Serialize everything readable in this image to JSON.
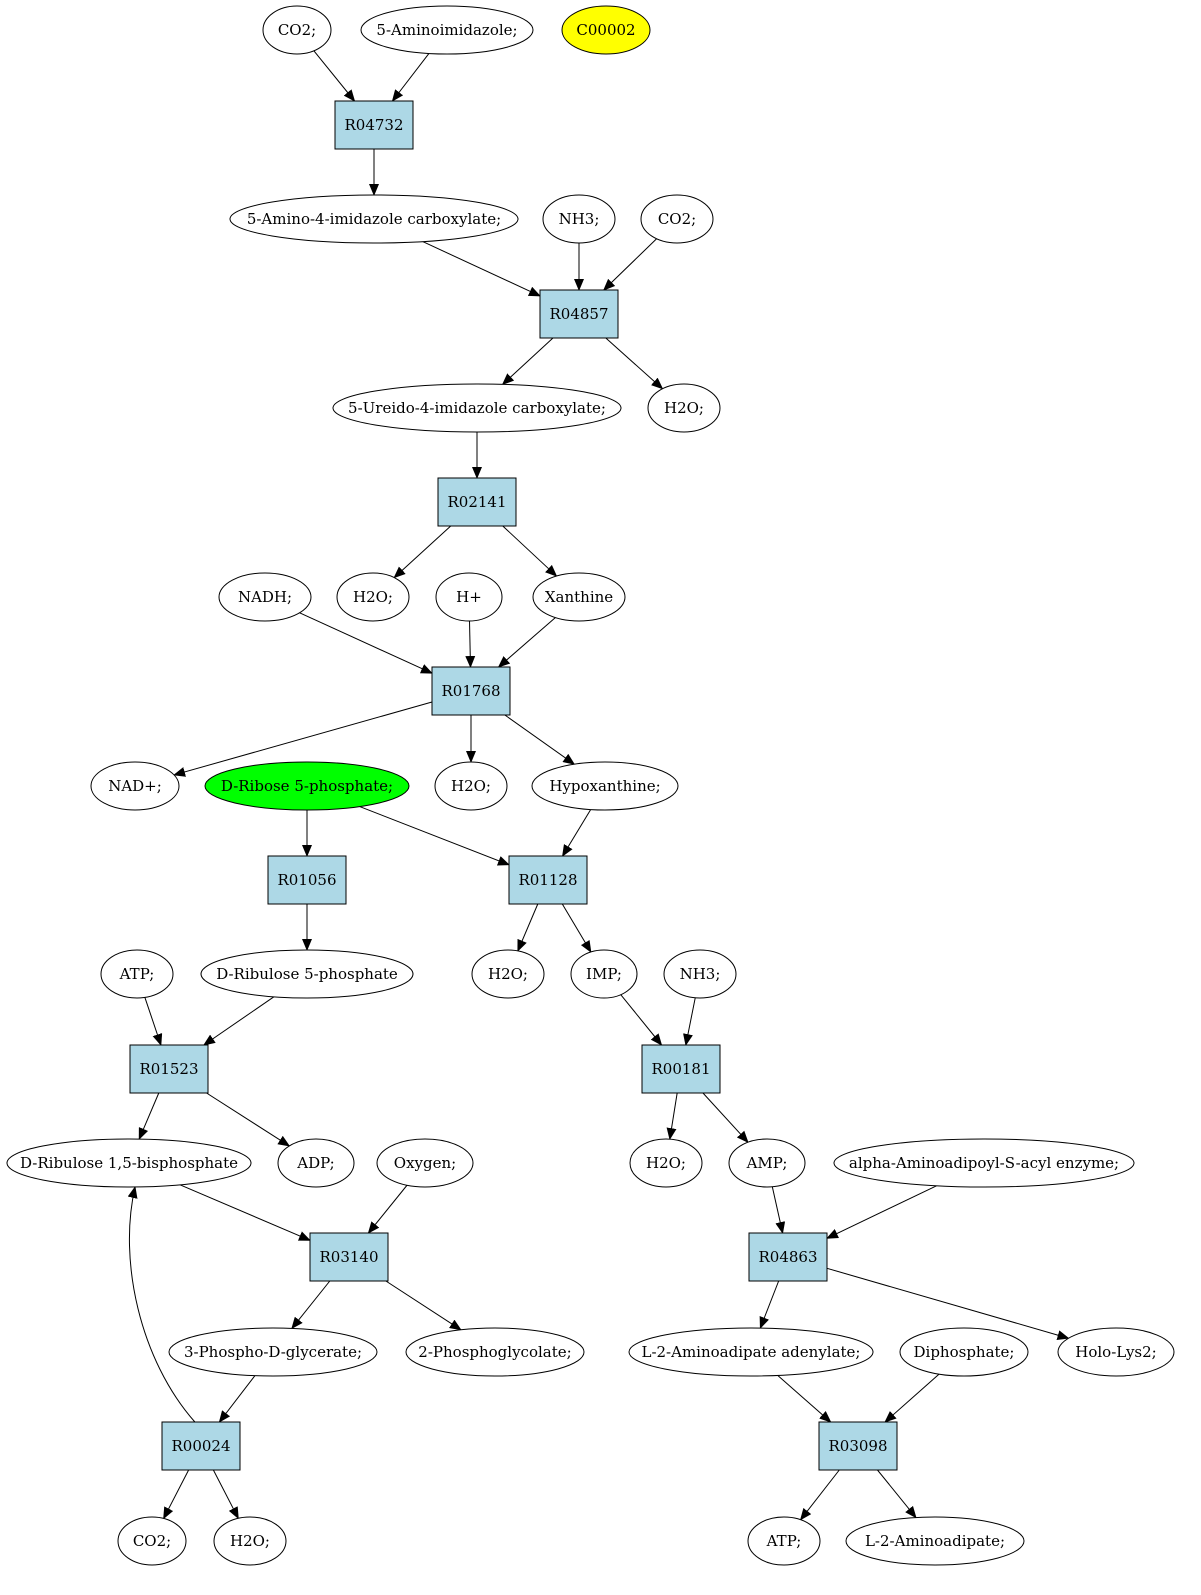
{
  "colors": {
    "reaction_fill": "#add8e6",
    "highlight_yellow": "#ffff00",
    "highlight_green": "#00ff00",
    "edge": "#000000"
  },
  "nodes": [
    {
      "id": "co2_a",
      "kind": "compound",
      "label": "CO2;"
    },
    {
      "id": "aminoimidazole",
      "kind": "compound",
      "label": "5-Aminoimidazole;"
    },
    {
      "id": "c00002",
      "kind": "compound",
      "label": "C00002",
      "fill": "#ffff00"
    },
    {
      "id": "R04732",
      "kind": "reaction",
      "label": "R04732"
    },
    {
      "id": "amino_imid_carbox",
      "kind": "compound",
      "label": "5-Amino-4-imidazole carboxylate;"
    },
    {
      "id": "nh3_a",
      "kind": "compound",
      "label": "NH3;"
    },
    {
      "id": "co2_b",
      "kind": "compound",
      "label": "CO2;"
    },
    {
      "id": "R04857",
      "kind": "reaction",
      "label": "R04857"
    },
    {
      "id": "ureido",
      "kind": "compound",
      "label": "5-Ureido-4-imidazole carboxylate;"
    },
    {
      "id": "h2o_a",
      "kind": "compound",
      "label": "H2O;"
    },
    {
      "id": "R02141",
      "kind": "reaction",
      "label": "R02141"
    },
    {
      "id": "nadh",
      "kind": "compound",
      "label": "NADH;"
    },
    {
      "id": "h2o_b",
      "kind": "compound",
      "label": "H2O;"
    },
    {
      "id": "hplus",
      "kind": "compound",
      "label": "H+"
    },
    {
      "id": "xanthine",
      "kind": "compound",
      "label": "Xanthine"
    },
    {
      "id": "R01768",
      "kind": "reaction",
      "label": "R01768"
    },
    {
      "id": "nadplus",
      "kind": "compound",
      "label": "NAD+;"
    },
    {
      "id": "ribose5p",
      "kind": "compound",
      "label": "D-Ribose 5-phosphate;",
      "fill": "#00ff00"
    },
    {
      "id": "h2o_c",
      "kind": "compound",
      "label": "H2O;"
    },
    {
      "id": "hypoxanthine",
      "kind": "compound",
      "label": "Hypoxanthine;"
    },
    {
      "id": "R01056",
      "kind": "reaction",
      "label": "R01056"
    },
    {
      "id": "R01128",
      "kind": "reaction",
      "label": "R01128"
    },
    {
      "id": "atp_a",
      "kind": "compound",
      "label": "ATP;"
    },
    {
      "id": "ribulose5p",
      "kind": "compound",
      "label": "D-Ribulose 5-phosphate"
    },
    {
      "id": "h2o_d",
      "kind": "compound",
      "label": "H2O;"
    },
    {
      "id": "imp",
      "kind": "compound",
      "label": "IMP;"
    },
    {
      "id": "nh3_b",
      "kind": "compound",
      "label": "NH3;"
    },
    {
      "id": "R01523",
      "kind": "reaction",
      "label": "R01523"
    },
    {
      "id": "R00181",
      "kind": "reaction",
      "label": "R00181"
    },
    {
      "id": "rubp",
      "kind": "compound",
      "label": "D-Ribulose 1,5-bisphosphate"
    },
    {
      "id": "adp",
      "kind": "compound",
      "label": "ADP;"
    },
    {
      "id": "oxygen",
      "kind": "compound",
      "label": "Oxygen;"
    },
    {
      "id": "h2o_e",
      "kind": "compound",
      "label": "H2O;"
    },
    {
      "id": "amp",
      "kind": "compound",
      "label": "AMP;"
    },
    {
      "id": "aminoadipoyl",
      "kind": "compound",
      "label": "alpha-Aminoadipoyl-S-acyl enzyme;"
    },
    {
      "id": "R03140",
      "kind": "reaction",
      "label": "R03140"
    },
    {
      "id": "R04863",
      "kind": "reaction",
      "label": "R04863"
    },
    {
      "id": "phosphoglycerate",
      "kind": "compound",
      "label": "3-Phospho-D-glycerate;"
    },
    {
      "id": "phosphoglycolate",
      "kind": "compound",
      "label": "2-Phosphoglycolate;"
    },
    {
      "id": "aminoadipate_adenylate",
      "kind": "compound",
      "label": "L-2-Aminoadipate adenylate;"
    },
    {
      "id": "diphosphate",
      "kind": "compound",
      "label": "Diphosphate;"
    },
    {
      "id": "hololys2",
      "kind": "compound",
      "label": "Holo-Lys2;"
    },
    {
      "id": "R00024",
      "kind": "reaction",
      "label": "R00024"
    },
    {
      "id": "R03098",
      "kind": "reaction",
      "label": "R03098"
    },
    {
      "id": "co2_c",
      "kind": "compound",
      "label": "CO2;"
    },
    {
      "id": "h2o_f",
      "kind": "compound",
      "label": "H2O;"
    },
    {
      "id": "atp_b",
      "kind": "compound",
      "label": "ATP;"
    },
    {
      "id": "aminoadipate",
      "kind": "compound",
      "label": "L-2-Aminoadipate;"
    }
  ],
  "edges": [
    [
      "co2_a",
      "R04732"
    ],
    [
      "aminoimidazole",
      "R04732"
    ],
    [
      "R04732",
      "amino_imid_carbox"
    ],
    [
      "amino_imid_carbox",
      "R04857"
    ],
    [
      "nh3_a",
      "R04857"
    ],
    [
      "co2_b",
      "R04857"
    ],
    [
      "R04857",
      "ureido"
    ],
    [
      "R04857",
      "h2o_a"
    ],
    [
      "ureido",
      "R02141"
    ],
    [
      "R02141",
      "h2o_b"
    ],
    [
      "R02141",
      "xanthine"
    ],
    [
      "nadh",
      "R01768"
    ],
    [
      "hplus",
      "R01768"
    ],
    [
      "xanthine",
      "R01768"
    ],
    [
      "R01768",
      "nadplus"
    ],
    [
      "R01768",
      "h2o_c"
    ],
    [
      "R01768",
      "hypoxanthine"
    ],
    [
      "ribose5p",
      "R01056"
    ],
    [
      "ribose5p",
      "R01128"
    ],
    [
      "hypoxanthine",
      "R01128"
    ],
    [
      "R01056",
      "ribulose5p"
    ],
    [
      "R01128",
      "h2o_d"
    ],
    [
      "R01128",
      "imp"
    ],
    [
      "atp_a",
      "R01523"
    ],
    [
      "ribulose5p",
      "R01523"
    ],
    [
      "imp",
      "R00181"
    ],
    [
      "nh3_b",
      "R00181"
    ],
    [
      "R01523",
      "rubp"
    ],
    [
      "R01523",
      "adp"
    ],
    [
      "R00181",
      "h2o_e"
    ],
    [
      "R00181",
      "amp"
    ],
    [
      "rubp",
      "R03140"
    ],
    [
      "oxygen",
      "R03140"
    ],
    [
      "amp",
      "R04863"
    ],
    [
      "aminoadipoyl",
      "R04863"
    ],
    [
      "R03140",
      "phosphoglycerate"
    ],
    [
      "R03140",
      "phosphoglycolate"
    ],
    [
      "R04863",
      "aminoadipate_adenylate"
    ],
    [
      "R04863",
      "hololys2"
    ],
    [
      "phosphoglycerate",
      "R00024"
    ],
    [
      "R00024",
      "rubp"
    ],
    [
      "aminoadipate_adenylate",
      "R03098"
    ],
    [
      "diphosphate",
      "R03098"
    ],
    [
      "R00024",
      "co2_c"
    ],
    [
      "R00024",
      "h2o_f"
    ],
    [
      "R03098",
      "atp_b"
    ],
    [
      "R03098",
      "aminoadipate"
    ]
  ]
}
